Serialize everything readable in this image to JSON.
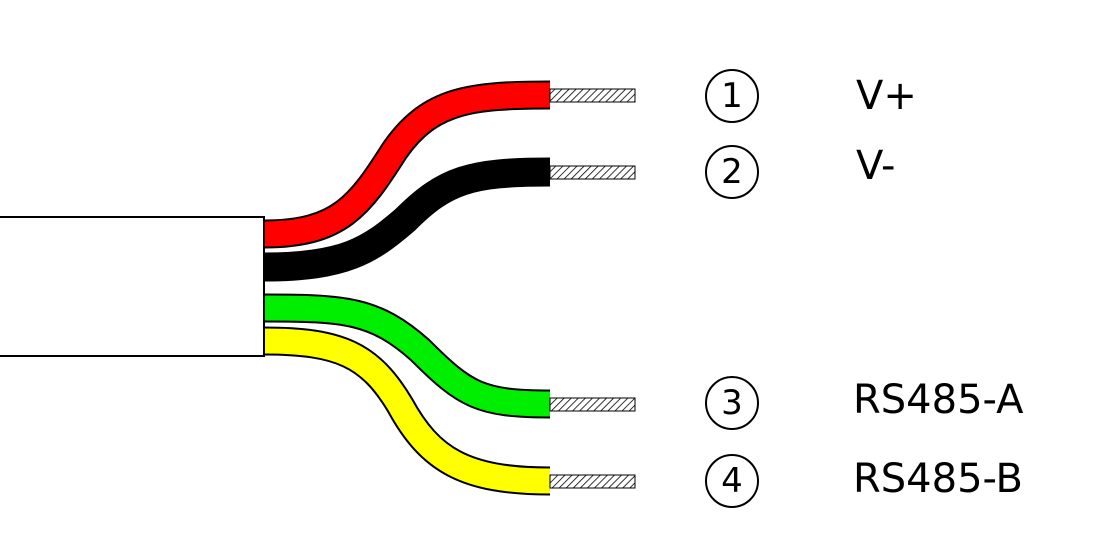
{
  "wires": [
    {
      "number": "1",
      "label": "V+",
      "color": "#ff0000",
      "color_name": "red"
    },
    {
      "number": "2",
      "label": "V-",
      "color": "#000000",
      "color_name": "black"
    },
    {
      "number": "3",
      "label": "RS485-A",
      "color": "#00ee00",
      "color_name": "green"
    },
    {
      "number": "4",
      "label": "RS485-B",
      "color": "#ffff00",
      "color_name": "yellow"
    }
  ],
  "colors": {
    "cable_jacket": "#ffffff",
    "outline": "#000000",
    "conductor_hatch": "#000000"
  }
}
